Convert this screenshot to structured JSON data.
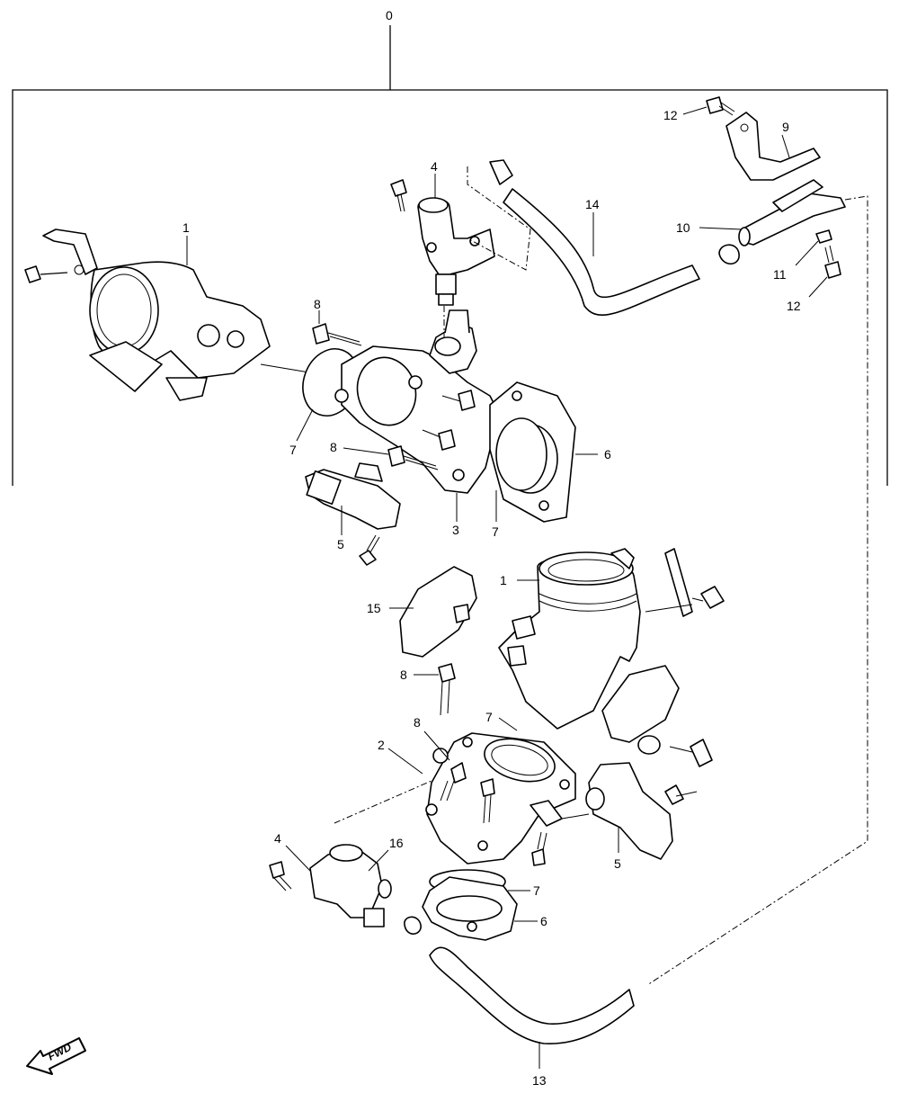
{
  "diagram": {
    "labels": {
      "root": "0",
      "p1a": "1",
      "p1b": "1",
      "p2": "2",
      "p3": "3",
      "p4a": "4",
      "p4b": "4",
      "p5a": "5",
      "p5b": "5",
      "p6a": "6",
      "p6b": "6",
      "p7a": "7",
      "p7b": "7",
      "p7c": "7",
      "p7d": "7",
      "p8a": "8",
      "p8b": "8",
      "p8c": "8",
      "p8d": "8",
      "p9": "9",
      "p10": "10",
      "p11": "11",
      "p12a": "12",
      "p12b": "12",
      "p13": "13",
      "p14": "14",
      "p15": "15",
      "p16": "16"
    },
    "fwd_badge": "FWD"
  }
}
